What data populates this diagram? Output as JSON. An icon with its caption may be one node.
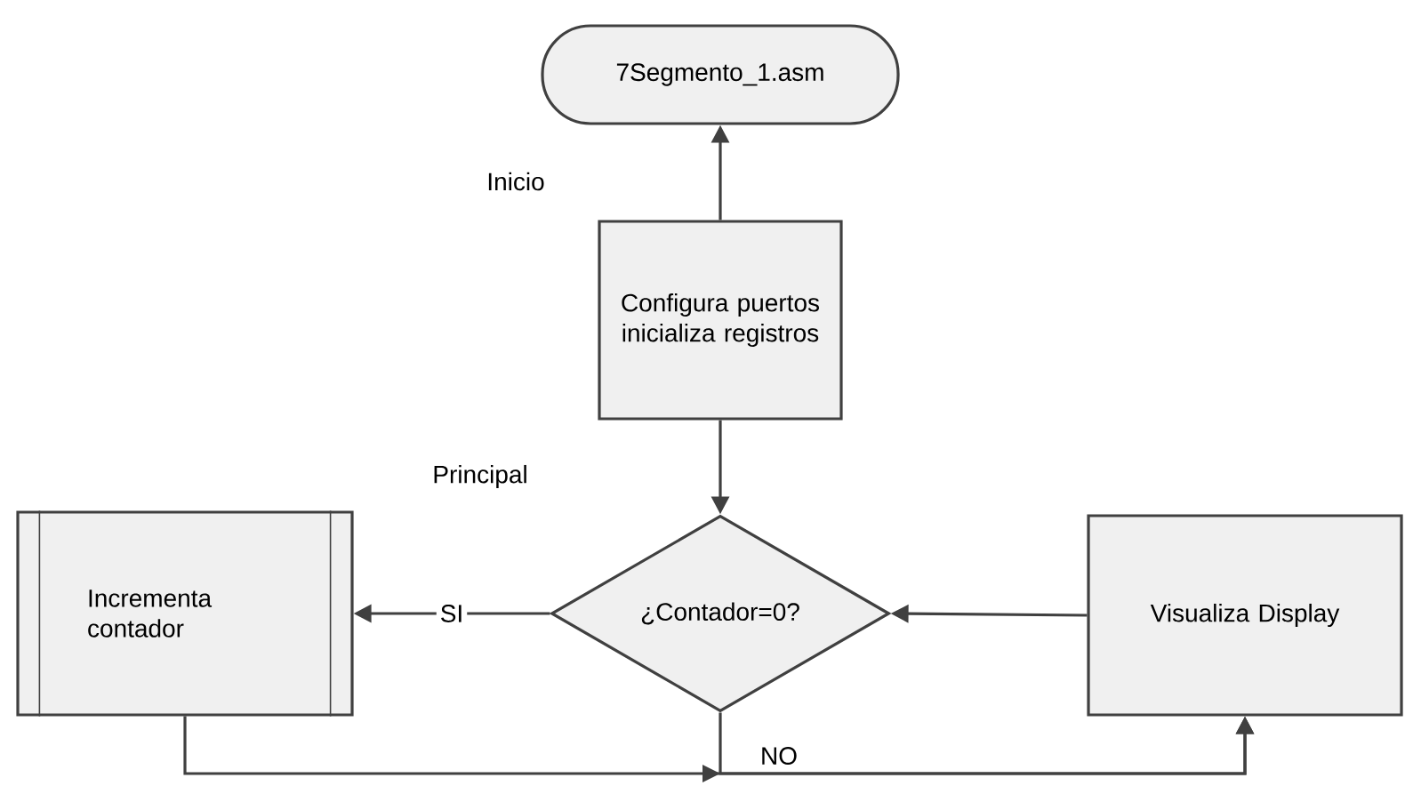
{
  "diagram": {
    "nodes": [
      {
        "text": [
          "7Segmento_1.asm"
        ]
      },
      {
        "text": [
          "Configura puertos inicializa registros"
        ]
      },
      {
        "text": [
          "¿Contador=0?"
        ]
      },
      {
        "text": [
          "Incrementa contador"
        ]
      },
      {
        "text": [
          "Visualiza Display"
        ]
      }
    ],
    "edges": [
      {
        "from": 1,
        "to": 0,
        "arrow": "to"
      },
      {
        "from": 1,
        "to": 2,
        "arrow": "to"
      },
      {
        "from": 2,
        "to": 3,
        "arrow": "to",
        "label": "SI"
      },
      {
        "from": 4,
        "to": 2,
        "arrow": "to"
      },
      {
        "from": 2,
        "to": 4,
        "arrow": "to",
        "label": "NO"
      },
      {
        "from": 3,
        "to": 4,
        "arrow": "to"
      }
    ],
    "labels": [
      "Inicio",
      "Principal"
    ]
  }
}
